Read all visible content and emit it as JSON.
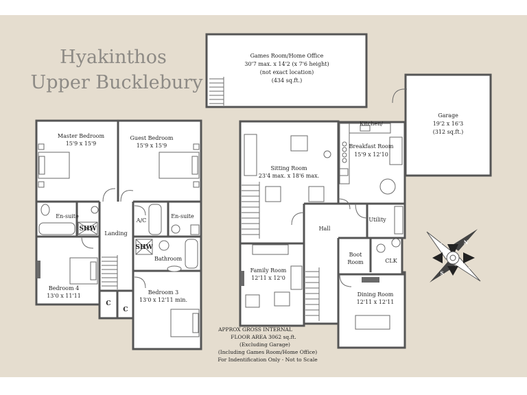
{
  "title": {
    "line1": "Hyakinthos",
    "line2": "Upper Bucklebury"
  },
  "rooms": {
    "games": {
      "name": "Games Room/Home Office",
      "dim": "30'7 max. x 14'2 (x 7'6 height)",
      "note": "(not exact location)",
      "area": "(434 sq.ft.)"
    },
    "garage": {
      "name": "Garage",
      "dim": "19'2 x 16'3",
      "area": "(312 sq.ft.)"
    },
    "master": {
      "name": "Master Bedroom",
      "dim": "15'9 x 15'9"
    },
    "guest": {
      "name": "Guest Bedroom",
      "dim": "15'9 x 15'9"
    },
    "ensuite1": {
      "name": "En-suite"
    },
    "ensuite2": {
      "name": "En-suite"
    },
    "shw1": {
      "name": "SHW"
    },
    "shw2": {
      "name": "SHW"
    },
    "landing": {
      "name": "Landing"
    },
    "ac": {
      "name": "A/C"
    },
    "bathroom": {
      "name": "Bathroom"
    },
    "bedroom4": {
      "name": "Bedroom 4",
      "dim": "13'0 x 11'11"
    },
    "bedroom3": {
      "name": "Bedroom 3",
      "dim": "13'0 x 12'11 min."
    },
    "c1": {
      "name": "C"
    },
    "c2": {
      "name": "C"
    },
    "kitchen": {
      "name1": "Kitchen/",
      "name2": "Breakfast Room",
      "dim": "15'9 x 12'10"
    },
    "sitting": {
      "name": "Sitting Room",
      "dim": "23'4 max. x 18'6 max."
    },
    "utility": {
      "name": "Utility"
    },
    "hall": {
      "name": "Hall"
    },
    "boot": {
      "name1": "Boot",
      "name2": "Room"
    },
    "clk": {
      "name": "CLK"
    },
    "family": {
      "name": "Family Room",
      "dim": "12'11 x 12'0"
    },
    "dining": {
      "name": "Dining Room",
      "dim": "12'11 x 12'11"
    }
  },
  "notes": {
    "line1": "APPROX GROSS INTERNAL",
    "line2": "FLOOR AREA 3062 sq.ft.",
    "line3": "(Excluding Garage)",
    "line4": "(Including Games Room/Home Office)",
    "line5": "For Indentification Only - Not to Scale"
  },
  "compass": {
    "n": "N",
    "s": "S",
    "e": "E",
    "w": "W"
  },
  "colors": {
    "background": "#e5ddcf",
    "walls": "#555555",
    "title": "#8d8a85"
  }
}
